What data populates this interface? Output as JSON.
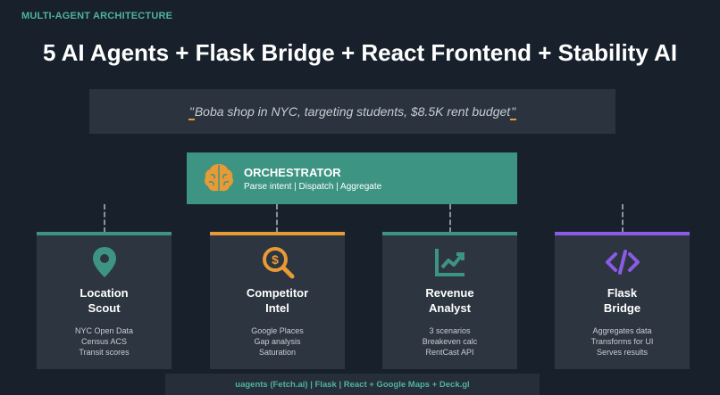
{
  "header": {
    "section_label": "MULTI-AGENT ARCHITECTURE",
    "title": "5 AI Agents + Flask Bridge + React Frontend + Stability AI"
  },
  "prompt": {
    "text": "Boba shop in NYC, targeting students, $8.5K rent budget",
    "open_quote": "\"",
    "close_quote": "\"",
    "quote_accent_color": "#e79a35"
  },
  "orchestrator": {
    "title": "ORCHESTRATOR",
    "subtitle": "Parse intent  |  Dispatch  |  Aggregate",
    "icon": "brain-icon",
    "color": "#3d9483",
    "icon_color": "#e79a35"
  },
  "agents": [
    {
      "name_line1": "Location",
      "name_line2": "Scout",
      "items": [
        "NYC Open Data",
        "Census ACS",
        "Transit scores"
      ],
      "icon": "map-pin-icon",
      "accent": "#3d9483"
    },
    {
      "name_line1": "Competitor",
      "name_line2": "Intel",
      "items": [
        "Google Places",
        "Gap analysis",
        "Saturation"
      ],
      "icon": "dollar-search-icon",
      "accent": "#e79a35"
    },
    {
      "name_line1": "Revenue",
      "name_line2": "Analyst",
      "items": [
        "3 scenarios",
        "Breakeven calc",
        "RentCast API"
      ],
      "icon": "trend-chart-icon",
      "accent": "#3d9483"
    },
    {
      "name_line1": "Flask",
      "name_line2": "Bridge",
      "items": [
        "Aggregates data",
        "Transforms for UI",
        "Serves results"
      ],
      "icon": "code-icon",
      "accent": "#8a5ce6"
    }
  ],
  "footer": {
    "text": "uagents (Fetch.ai)  |  Flask  |  React + Google Maps + Deck.gl"
  }
}
